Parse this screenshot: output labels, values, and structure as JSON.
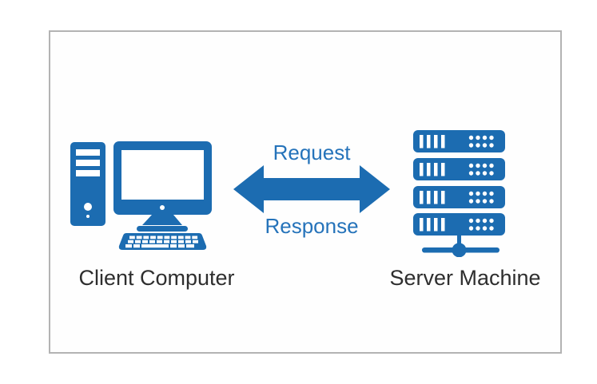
{
  "diagram": {
    "type": "client-server-communication",
    "arrow": {
      "icon": "double-headed-arrow-icon",
      "top_label": "Request",
      "bottom_label": "Response"
    },
    "nodes": [
      {
        "id": "client",
        "icon": "client-computer-icon",
        "label": "Client Computer"
      },
      {
        "id": "server",
        "icon": "server-stack-icon",
        "label": "Server Machine"
      }
    ],
    "colors": {
      "icon_blue": "#1c6cb1",
      "text_blue": "#2573ba",
      "label_dark": "#2e2e2e",
      "border_gray": "#b3b3b3",
      "background": "#ffffff"
    }
  }
}
